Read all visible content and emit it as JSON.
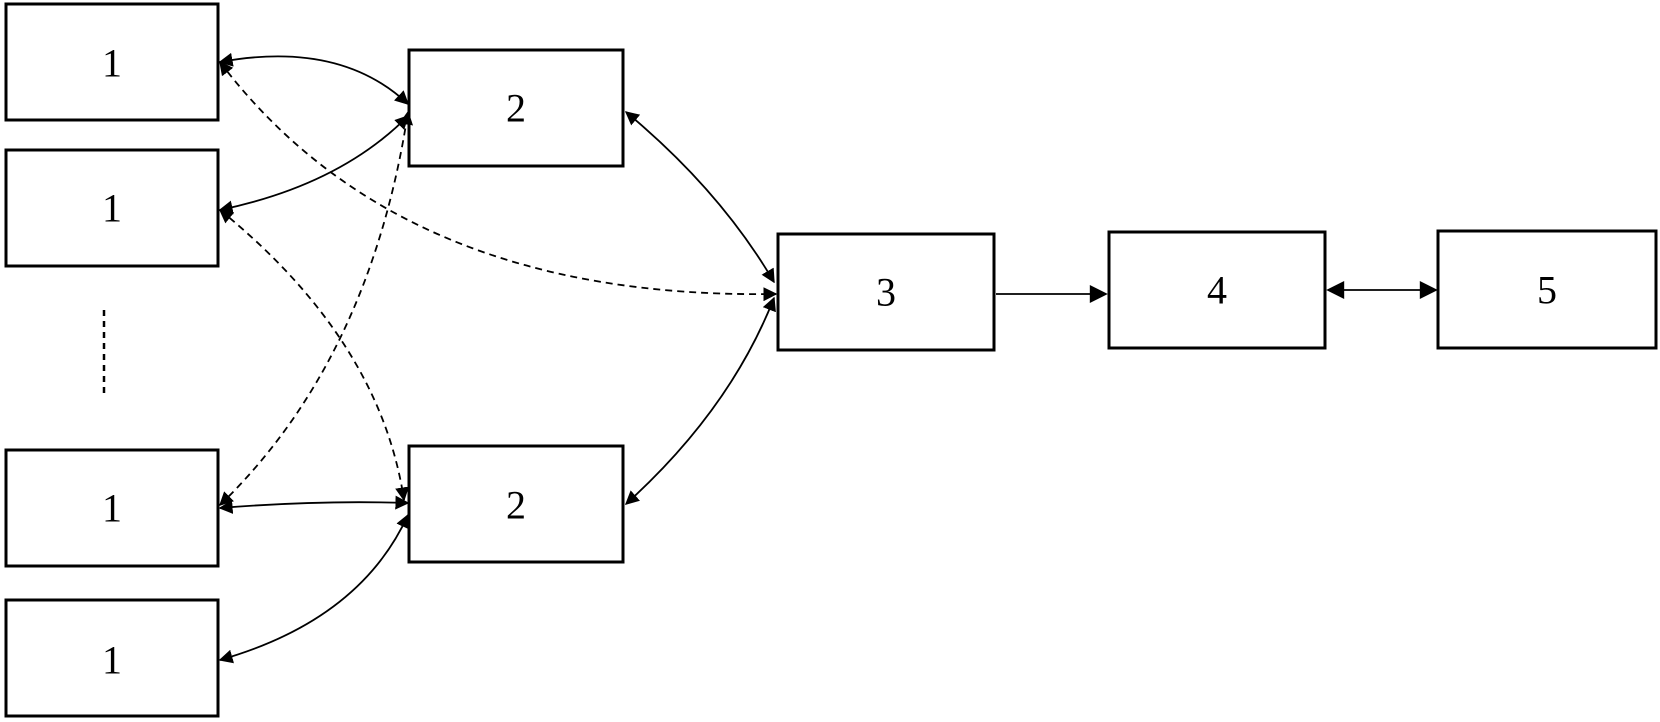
{
  "nodes": [
    {
      "id": "node-1a",
      "label": "1"
    },
    {
      "id": "node-1b",
      "label": "1"
    },
    {
      "id": "node-1c",
      "label": "1"
    },
    {
      "id": "node-1d",
      "label": "1"
    },
    {
      "id": "node-2a",
      "label": "2"
    },
    {
      "id": "node-2b",
      "label": "2"
    },
    {
      "id": "node-3",
      "label": "3"
    },
    {
      "id": "node-4",
      "label": "4"
    },
    {
      "id": "node-5",
      "label": "5"
    }
  ],
  "edges": [
    {
      "from": "node-1a",
      "to": "node-2a",
      "style": "solid",
      "direction": "both"
    },
    {
      "from": "node-1b",
      "to": "node-2a",
      "style": "solid",
      "direction": "both"
    },
    {
      "from": "node-1c",
      "to": "node-2b",
      "style": "solid",
      "direction": "both"
    },
    {
      "from": "node-1d",
      "to": "node-2b",
      "style": "solid",
      "direction": "both"
    },
    {
      "from": "node-1a",
      "to": "node-3",
      "style": "dashed",
      "direction": "both"
    },
    {
      "from": "node-1b",
      "to": "node-2b",
      "style": "dashed",
      "direction": "both"
    },
    {
      "from": "node-1c",
      "to": "node-2a",
      "style": "dashed",
      "direction": "both"
    },
    {
      "from": "node-2a",
      "to": "node-3",
      "style": "solid",
      "direction": "both"
    },
    {
      "from": "node-2b",
      "to": "node-3",
      "style": "solid",
      "direction": "both"
    },
    {
      "from": "node-3",
      "to": "node-4",
      "style": "solid",
      "direction": "forward"
    },
    {
      "from": "node-4",
      "to": "node-5",
      "style": "solid",
      "direction": "both"
    }
  ],
  "colors": {
    "stroke": "#000000",
    "background": "#ffffff"
  }
}
